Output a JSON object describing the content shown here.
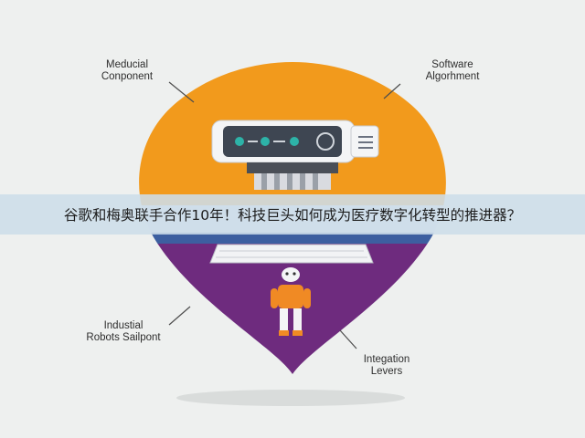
{
  "labels": {
    "top_left": [
      "Meducial",
      "Conponent"
    ],
    "top_right": [
      "Software",
      "Algorhment"
    ],
    "bottom_left": [
      "Industial",
      "Robots Sailpont"
    ],
    "bottom_right": [
      "Integation",
      "Levers"
    ]
  },
  "banner": {
    "title": "谷歌和梅奥联手合作10年！科技巨头如何成为医疗数字化转型的推进器？"
  },
  "colors": {
    "background": "#eef0ef",
    "top_segment": "#f29a1c",
    "middle_band": "#3d5fa0",
    "bottom_segment": "#6e2b7e",
    "banner": "#cdddE9"
  },
  "icons": [
    "control-panel-icon",
    "keyboard-icon",
    "person-icon",
    "robot-arm-icon"
  ]
}
